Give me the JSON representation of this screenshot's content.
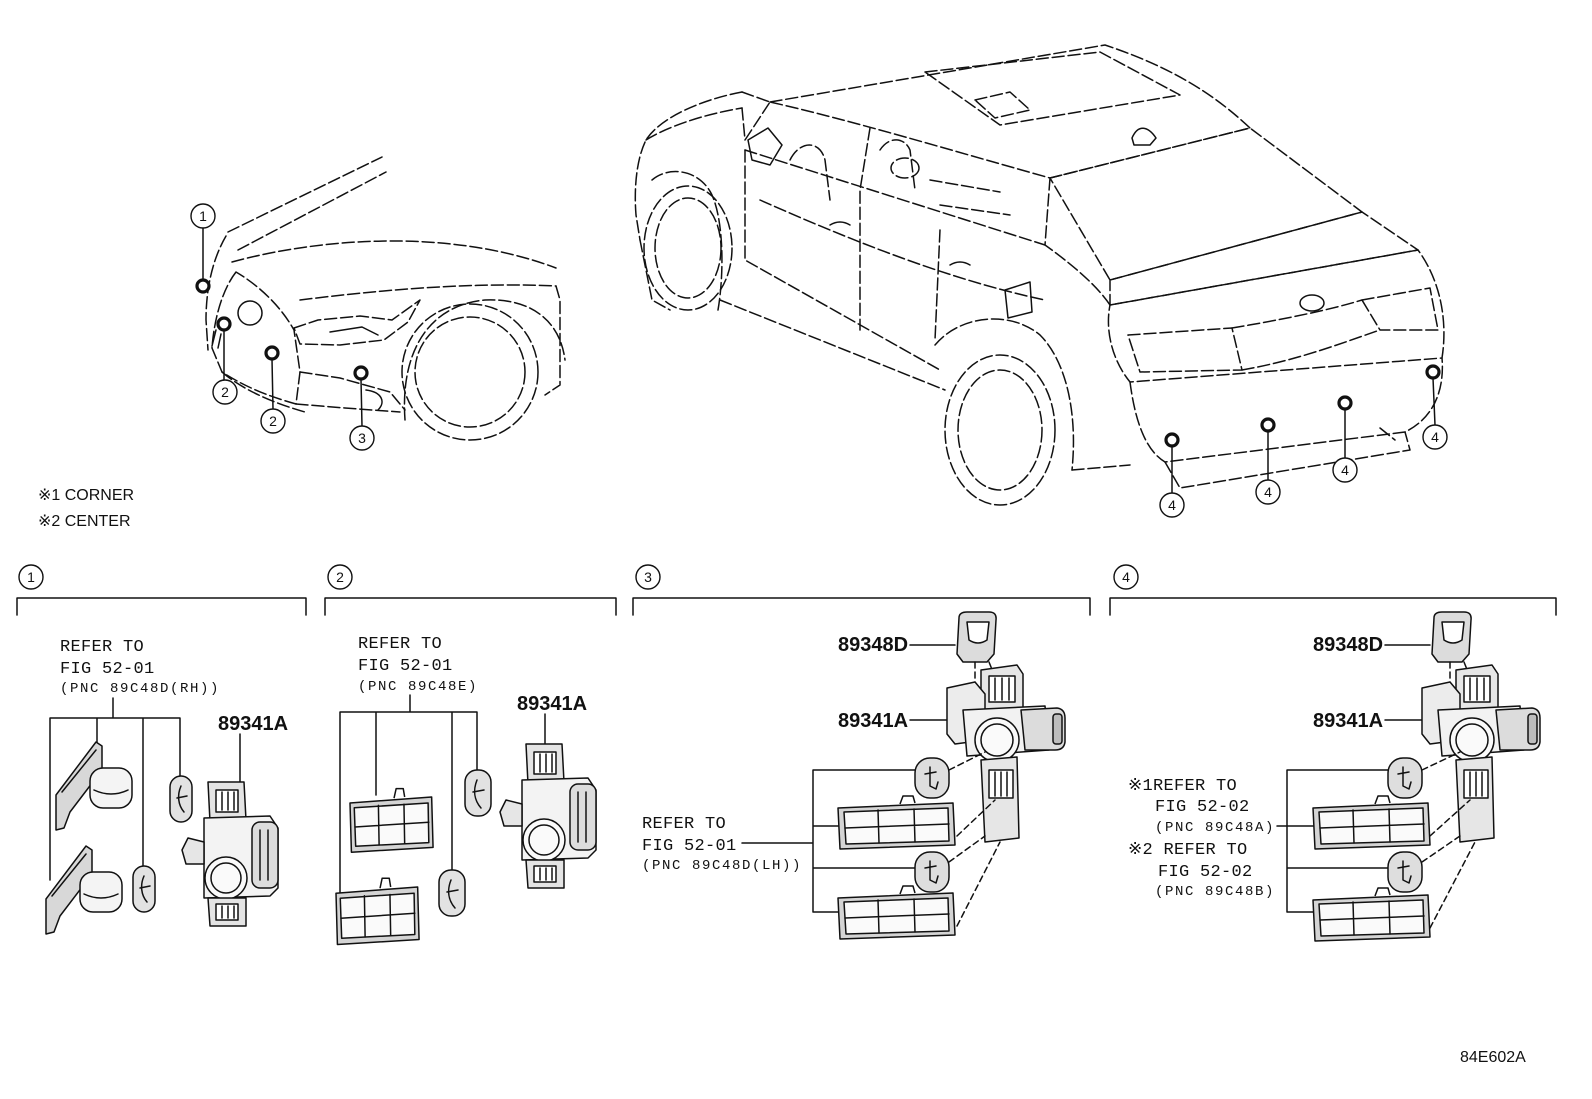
{
  "overview": {
    "front_callouts": [
      "1",
      "2",
      "2",
      "3"
    ],
    "rear_callouts": [
      "4",
      "4",
      "4",
      "4"
    ],
    "notes": [
      "※1 CORNER",
      "※2 CENTER"
    ]
  },
  "sections": [
    {
      "number": "1",
      "refer": [
        "REFER TO",
        "FIG 52-01",
        "(PNC 89C48D(RH))"
      ],
      "part": "89341A"
    },
    {
      "number": "2",
      "refer": [
        "REFER TO",
        "FIG 52-01",
        "(PNC 89C48E)"
      ],
      "part": "89341A"
    },
    {
      "number": "3",
      "parts": [
        "89348D",
        "89341A"
      ],
      "refer": [
        "REFER TO",
        "FIG 52-01",
        "(PNC 89C48D(LH))"
      ]
    },
    {
      "number": "4",
      "parts": [
        "89348D",
        "89341A"
      ],
      "refer_corner": [
        "※1REFER TO",
        "FIG 52-02",
        "(PNC 89C48A)"
      ],
      "refer_center": [
        "※2 REFER TO",
        "FIG 52-02",
        "(PNC 89C48B)"
      ]
    }
  ],
  "figure_code": "84E602A",
  "colors": {
    "line": "#111111",
    "part_fill": "#dedede",
    "background": "#ffffff"
  }
}
